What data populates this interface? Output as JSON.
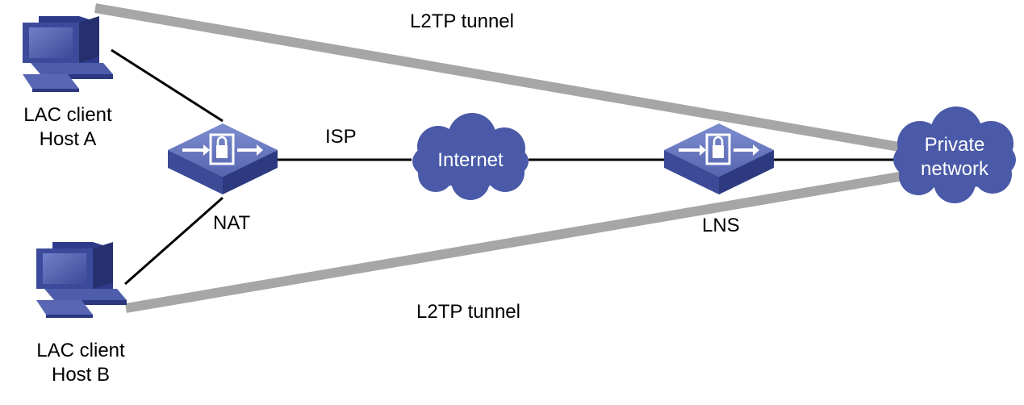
{
  "labels": {
    "tunnel_top": "L2TP tunnel",
    "tunnel_bottom": "L2TP tunnel",
    "host_a": [
      "LAC client",
      "Host A"
    ],
    "host_b": [
      "LAC client",
      "Host B"
    ],
    "nat": "NAT",
    "isp": "ISP",
    "internet": "Internet",
    "lns": "LNS",
    "private_network": [
      "Private",
      "network"
    ]
  },
  "colors": {
    "tunnel": "#a6a6a6",
    "device_blue": "#5a6bb5",
    "cloud_blue": "#4a5aa8",
    "link": "#000000"
  },
  "icons": {
    "host_a": "desktop-computer-icon",
    "host_b": "desktop-computer-icon",
    "nat": "security-gateway-icon",
    "lns": "security-gateway-icon",
    "internet": "cloud-icon",
    "private_network": "cloud-icon"
  }
}
